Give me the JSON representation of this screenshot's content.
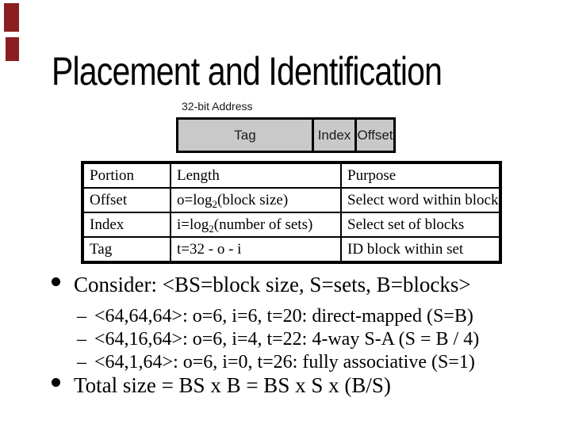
{
  "slide": {
    "title": "Placement and Identification"
  },
  "colors": {
    "corner_decoration": "#8b1e20",
    "address_box_fill": "#c9c9c9",
    "border": "#000000",
    "background": "#ffffff",
    "text": "#000000"
  },
  "icons": {
    "bullet": "filled-circle",
    "dash": "–"
  },
  "address_diagram": {
    "label": "32-bit Address",
    "fields": [
      "Tag",
      "Index",
      "Offset"
    ]
  },
  "table": {
    "headers": [
      "Portion",
      "Length",
      "Purpose"
    ],
    "rows": [
      {
        "portion": "Offset",
        "length_pre": "o=log",
        "length_sub": "2",
        "length_post": "(block size)",
        "purpose": "Select word within block"
      },
      {
        "portion": "Index",
        "length_pre": "i=log",
        "length_sub": "2",
        "length_post": "(number of sets)",
        "purpose": "Select set of blocks"
      },
      {
        "portion": "Tag",
        "length_pre": "t=32 - o - i",
        "length_sub": "",
        "length_post": "",
        "purpose": "ID block within set"
      }
    ]
  },
  "bullets": {
    "consider": "Consider: <BS=block size, S=sets, B=blocks>",
    "sub_items": [
      "<64,64,64>: o=6, i=6, t=20: direct-mapped (S=B)",
      "<64,16,64>: o=6, i=4, t=22: 4-way S-A (S = B / 4)",
      "<64,1,64>: o=6, i=0, t=26: fully associative (S=1)"
    ],
    "total": "Total size = BS x B = BS x S x (B/S)"
  }
}
